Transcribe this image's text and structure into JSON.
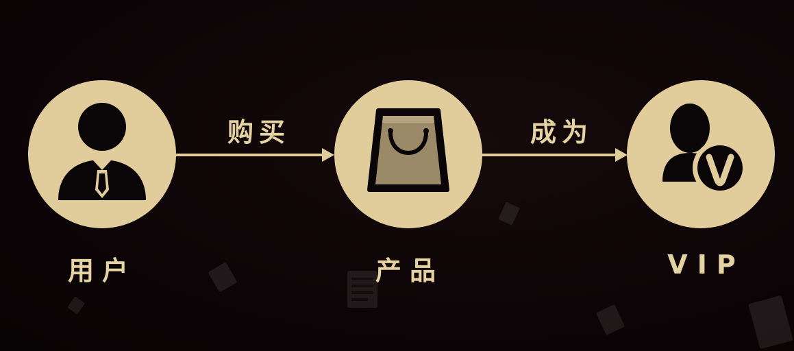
{
  "nodes": {
    "user": {
      "label": "用户",
      "icon": "businessman-icon"
    },
    "product": {
      "label": "产品",
      "icon": "shopping-bag-icon"
    },
    "vip": {
      "label": "VIP",
      "icon": "vip-user-icon"
    }
  },
  "edges": {
    "buy": {
      "label": "购买"
    },
    "become": {
      "label": "成为"
    }
  },
  "colors": {
    "background": "#0d0507",
    "accent": "#e1cd9b",
    "icon_dark": "#0a0506",
    "bag_fill": "#9a8a68"
  }
}
